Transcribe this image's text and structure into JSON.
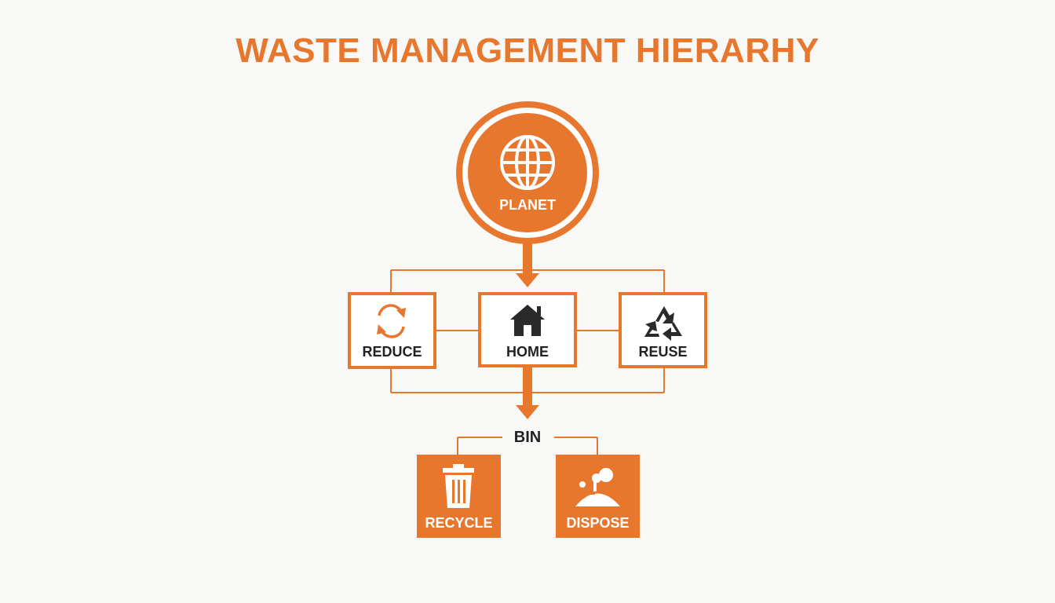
{
  "title": "WASTE MANAGEMENT HIERARHY",
  "colors": {
    "accent": "#e8772e",
    "dark": "#222222",
    "white": "#ffffff",
    "background": "#f8f8f7"
  },
  "nodes": {
    "planet": {
      "label": "PLANET",
      "icon": "globe-icon"
    },
    "reduce": {
      "label": "REDUCE",
      "icon": "cycle-arrows-icon"
    },
    "home": {
      "label": "HOME",
      "icon": "house-icon"
    },
    "reuse": {
      "label": "REUSE",
      "icon": "recycle-icon"
    },
    "bin": {
      "label": "BIN"
    },
    "recycle": {
      "label": "RECYCLE",
      "icon": "trash-can-icon"
    },
    "dispose": {
      "label": "DISPOSE",
      "icon": "landfill-icon"
    }
  }
}
